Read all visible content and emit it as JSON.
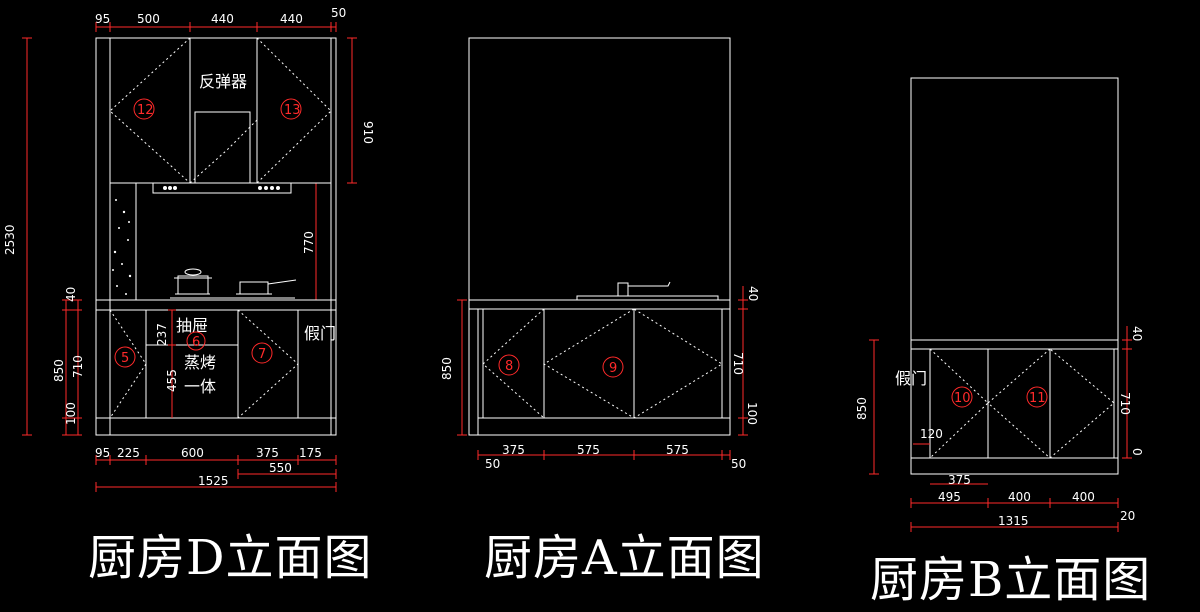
{
  "colors": {
    "line": "#ffffff",
    "dim": "#ff2a2a",
    "background": "#000000"
  },
  "elevations": {
    "d": {
      "title": "厨房D立面图",
      "top_dims": [
        "95",
        "500",
        "440",
        "440",
        "50"
      ],
      "height_total": "2530",
      "height_upper": "910",
      "height_gap": "770",
      "height_left": [
        "40",
        "850",
        "710",
        "100"
      ],
      "inner_dims": [
        "237",
        "455"
      ],
      "bottom_dims": [
        "95",
        "225",
        "600",
        "375",
        "175"
      ],
      "bottom_dim_550": "550",
      "bottom_total": "1525",
      "labels": {
        "hood": "反弹器",
        "drawer": "抽屉",
        "oven_line1": "蒸烤",
        "oven_line2": "一体",
        "fake_door": "假门"
      },
      "cabinet_numbers": [
        "12",
        "13",
        "5",
        "6",
        "7"
      ]
    },
    "a": {
      "title": "厨房A立面图",
      "right_dims": [
        "40",
        "710",
        "100"
      ],
      "left_dim": "850",
      "bottom_dims": [
        "375",
        "575",
        "575"
      ],
      "bottom_end_dims": [
        "50",
        "50"
      ],
      "cabinet_numbers": [
        "8",
        "9"
      ]
    },
    "b": {
      "title": "厨房B立面图",
      "right_dims": [
        "40",
        "710",
        "0"
      ],
      "left_dim": "850",
      "inner_dim": "120",
      "sub_dim": "375",
      "bottom_dims": [
        "495",
        "400",
        "400"
      ],
      "bottom_total": "1315",
      "bottom_end": "20",
      "labels": {
        "fake_door": "假门"
      },
      "cabinet_numbers": [
        "10",
        "11"
      ]
    }
  }
}
